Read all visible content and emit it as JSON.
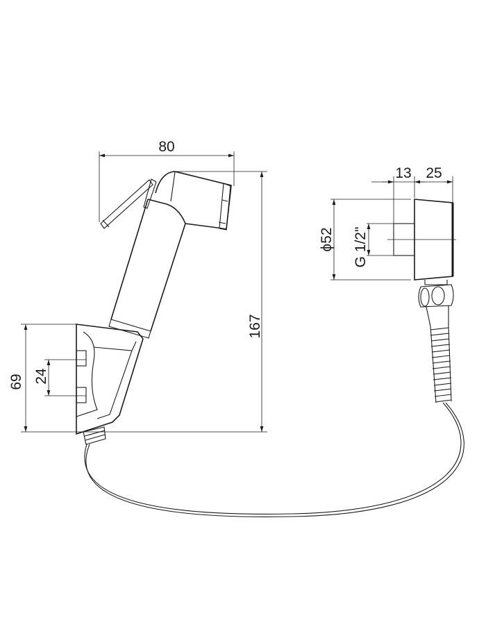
{
  "drawing": {
    "title": "Hand bidet shower with holder and wall outlet",
    "dimensions": {
      "head_width": "80",
      "total_height": "167",
      "holder_height": "69",
      "holder_hole_spacing": "24",
      "outlet_depth_a": "13",
      "outlet_depth_b": "25",
      "outlet_diameter": "ϕ52",
      "thread": "G 1/2\""
    },
    "line_color": "#1a1a1a"
  }
}
